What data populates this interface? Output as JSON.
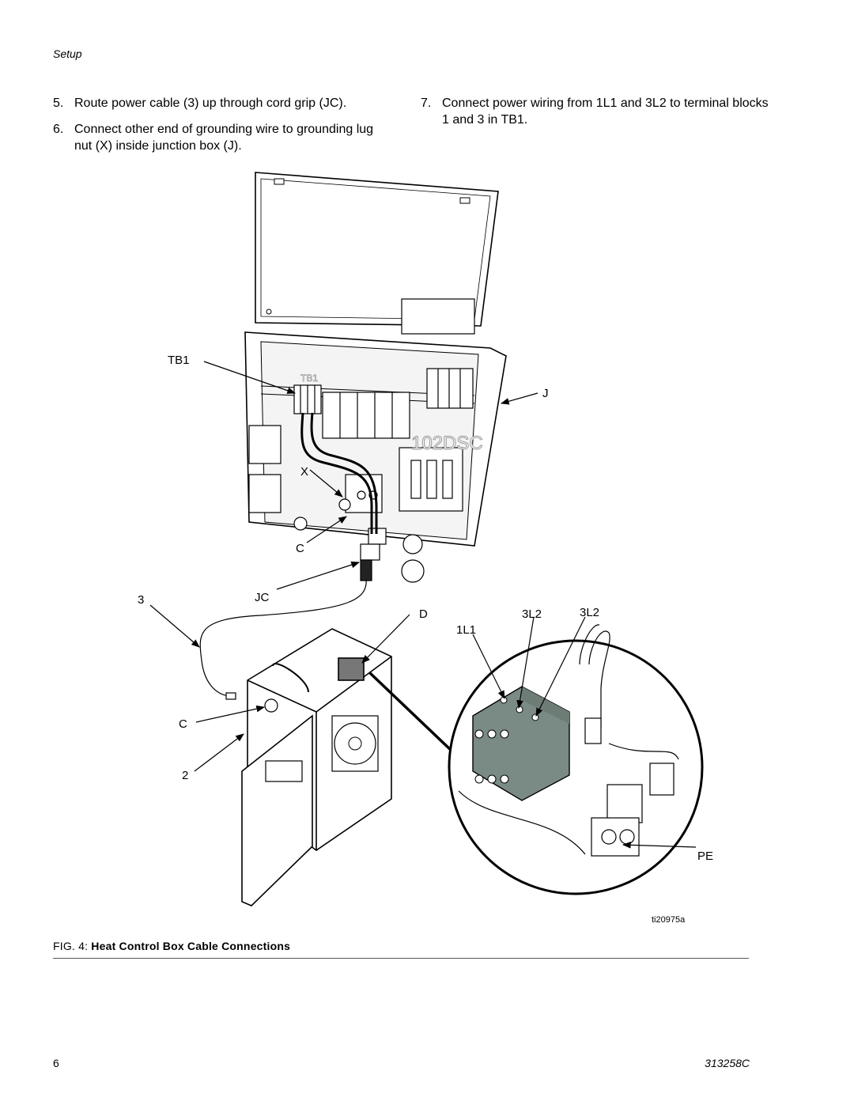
{
  "header": {
    "section": "Setup"
  },
  "steps_left": [
    {
      "num": "5.",
      "text": "Route power cable (3) up through cord grip (JC)."
    },
    {
      "num": "6.",
      "text": "Connect other end of grounding wire to grounding lug nut (X) inside junction box (J)."
    }
  ],
  "steps_right": [
    {
      "num": "7.",
      "text": "Connect power wiring from 1L1 and 3L2 to terminal blocks 1 and 3 in TB1."
    }
  ],
  "figure": {
    "callouts": {
      "tb1": "TB1",
      "j": "J",
      "x": "X",
      "c_top": "C",
      "jc": "JC",
      "three": "3",
      "d": "D",
      "l1": "1L1",
      "l2_a": "3L2",
      "l2_b": "3L2",
      "c_bottom": "C",
      "two": "2",
      "pe": "PE"
    },
    "module_marks": {
      "dsc": "102DSC",
      "tb": "TB1"
    },
    "image_id": "ti20975a"
  },
  "caption": {
    "prefix": "FIG. 4:",
    "title": "Heat Control Box Cable Connections"
  },
  "footer": {
    "page": "6",
    "doc": "313258C"
  }
}
